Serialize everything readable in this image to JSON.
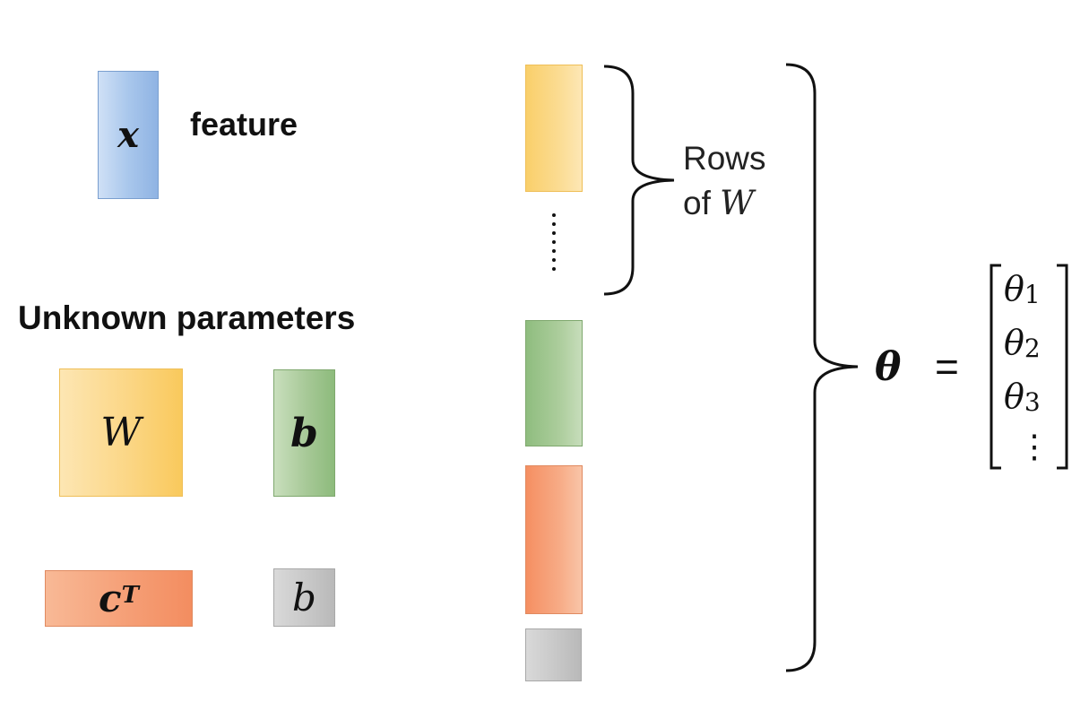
{
  "feature_block": {
    "symbol": "x",
    "label": "feature"
  },
  "unknown_heading": "Unknown parameters",
  "param_blocks": {
    "W": "W",
    "b_vec": "b",
    "cT_base": "c",
    "cT_sup": "T",
    "b_scalar": "b"
  },
  "rows_label": {
    "line1": "Rows",
    "line2_prefix": "of ",
    "line2_symbol": "W"
  },
  "theta": {
    "symbol": "θ",
    "equals": "=",
    "entries": [
      {
        "base": "θ",
        "sub": "1"
      },
      {
        "base": "θ",
        "sub": "2"
      },
      {
        "base": "θ",
        "sub": "3"
      }
    ],
    "vdots": "⋮"
  },
  "colors": {
    "blue": "#a9c7ec",
    "yellow": "#fbd582",
    "green": "#a6c896",
    "orange": "#f59d74",
    "gray": "#c6c6c6"
  }
}
